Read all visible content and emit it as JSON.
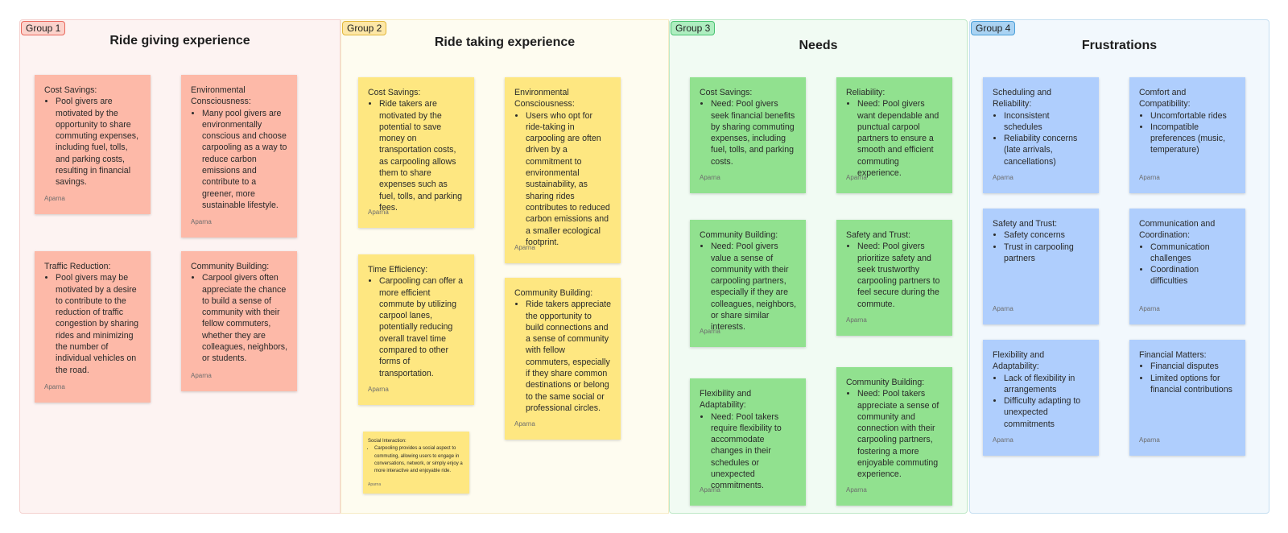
{
  "groups": [
    {
      "tag": "Group 1",
      "title": "Ride giving experience",
      "notes": [
        {
          "title": "Cost Savings:",
          "bullets": [
            "Pool givers are motivated by the opportunity to share commuting expenses, including fuel, tolls, and parking costs, resulting in financial savings."
          ],
          "author": "Aparna"
        },
        {
          "title": "Environmental Consciousness:",
          "bullets": [
            "Many pool givers are environmentally conscious and choose carpooling as a way to reduce carbon emissions and contribute to a greener, more sustainable lifestyle."
          ],
          "author": "Aparna"
        },
        {
          "title": "Traffic Reduction:",
          "bullets": [
            "Pool givers may be motivated by a desire to contribute to the reduction of traffic congestion by sharing rides and minimizing the number of individual vehicles on the road."
          ],
          "author": "Aparna"
        },
        {
          "title": "Community Building:",
          "bullets": [
            "Carpool givers often appreciate the chance to build a sense of community with their fellow commuters, whether they are colleagues, neighbors, or students."
          ],
          "author": "Aparna"
        }
      ]
    },
    {
      "tag": "Group 2",
      "title": "Ride taking experience",
      "notes": [
        {
          "title": "Cost Savings:",
          "bullets": [
            "Ride takers are motivated by the potential to save money on transportation costs, as carpooling allows them to share expenses such as fuel, tolls, and parking fees."
          ],
          "author": "Aparna"
        },
        {
          "title": "Environmental Consciousness:",
          "bullets": [
            "Users who opt for ride-taking in carpooling are often driven by a commitment to environmental sustainability, as sharing rides contributes to reduced carbon emissions and a smaller ecological footprint."
          ],
          "author": "Aparna"
        },
        {
          "title": "Time Efficiency:",
          "bullets": [
            "Carpooling can offer a more efficient commute by utilizing carpool lanes, potentially reducing overall travel time compared to other forms of transportation."
          ],
          "author": "Aparna"
        },
        {
          "title": "Community Building:",
          "bullets": [
            "Ride takers appreciate the opportunity to build connections and a sense of community with fellow commuters, especially if they share common destinations or belong to the same social or professional circles."
          ],
          "author": "Aparna"
        },
        {
          "title": "Social Interaction:",
          "bullets": [
            "Carpooling provides a social aspect to commuting, allowing users to engage in conversations, network, or simply enjoy a more interactive and enjoyable ride."
          ],
          "author": "Aparna"
        }
      ]
    },
    {
      "tag": "Group 3",
      "title": "Needs",
      "notes": [
        {
          "title": "Cost Savings:",
          "bullets": [
            "Need: Pool givers seek financial benefits by sharing commuting expenses, including fuel, tolls, and parking costs."
          ],
          "author": "Aparna"
        },
        {
          "title": "Reliability:",
          "bullets": [
            "Need: Pool givers want dependable and punctual carpool partners to ensure a smooth and efficient commuting experience."
          ],
          "author": "Aparna"
        },
        {
          "title": "Community Building:",
          "bullets": [
            "Need: Pool givers value a sense of community with their carpooling partners, especially if they are colleagues, neighbors, or share similar interests."
          ],
          "author": "Aparna"
        },
        {
          "title": "Safety and Trust:",
          "bullets": [
            "Need: Pool givers prioritize safety and seek trustworthy carpooling partners to feel secure during the commute."
          ],
          "author": "Aparna"
        },
        {
          "title": "Flexibility and Adaptability:",
          "bullets": [
            "Need: Pool takers require flexibility to accommodate changes in their schedules or unexpected commitments."
          ],
          "author": "Aparna"
        },
        {
          "title": "Community Building:",
          "bullets": [
            "Need: Pool takers appreciate a sense of community and connection with their carpooling partners, fostering a more enjoyable commuting experience."
          ],
          "author": "Aparna"
        }
      ]
    },
    {
      "tag": "Group 4",
      "title": "Frustrations",
      "notes": [
        {
          "title": "Scheduling and Reliability:",
          "bullets": [
            "Inconsistent schedules",
            "Reliability concerns (late arrivals, cancellations)"
          ],
          "author": "Aparna"
        },
        {
          "title": "Comfort and Compatibility:",
          "bullets": [
            "Uncomfortable rides",
            "Incompatible preferences (music, temperature)"
          ],
          "author": "Aparna"
        },
        {
          "title": "Safety and Trust:",
          "bullets": [
            "Safety concerns",
            "Trust in carpooling partners"
          ],
          "author": "Aparna"
        },
        {
          "title": "Communication and Coordination:",
          "bullets": [
            "Communication challenges",
            "Coordination difficulties"
          ],
          "author": "Aparna"
        },
        {
          "title": "Flexibility and Adaptability:",
          "bullets": [
            "Lack of flexibility in arrangements",
            "Difficulty adapting to unexpected commitments"
          ],
          "author": "Aparna"
        },
        {
          "title": "Financial Matters:",
          "bullets": [
            "Financial disputes",
            "Limited options for financial contributions"
          ],
          "author": "Aparna"
        }
      ]
    }
  ]
}
